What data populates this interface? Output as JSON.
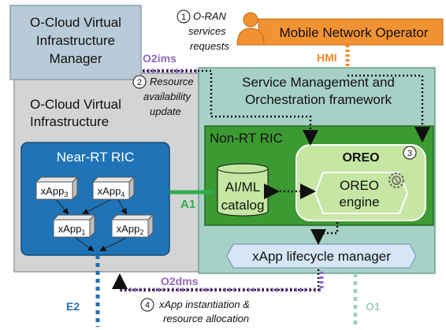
{
  "ocloud_manager": {
    "line1": "O-Cloud Virtual",
    "line2": "Infrastructure",
    "line3": "Manager"
  },
  "ocloud_infra": {
    "line1": "O-Cloud Virtual",
    "line2": "Infrastructure"
  },
  "smo": {
    "line1": "Service Management and",
    "line2": "Orchestration framework"
  },
  "near_rt_ric": {
    "label": "Near-RT RIC"
  },
  "non_rt_ric": {
    "label": "Non-RT RIC"
  },
  "oreo": {
    "title": "OREO",
    "engine_line1": "OREO",
    "engine_line2": "engine"
  },
  "catalog": {
    "line1": "AI/ML",
    "line2": "catalog"
  },
  "xapps": [
    {
      "base": "xApp",
      "sub": "3"
    },
    {
      "base": "xApp",
      "sub": "4"
    },
    {
      "base": "xApp",
      "sub": "1"
    },
    {
      "base": "xApp",
      "sub": "2"
    }
  ],
  "lifecycle": {
    "label": "xApp lifecycle manager"
  },
  "operator": {
    "label": "Mobile Network Operator"
  },
  "interfaces": {
    "o2ims": "O2ims",
    "hmi": "HMI",
    "a1": "A1",
    "o2dms": "O2dms",
    "e2": "E2",
    "o1": "O1"
  },
  "steps": {
    "s1_num": "1",
    "s1_line1": "O-RAN",
    "s1_line2": "services",
    "s1_line3": "requests",
    "s2_num": "2",
    "s2_line1": "Resource",
    "s2_line2": "availability",
    "s2_line3": "update",
    "s3_num": "3",
    "s4_num": "4",
    "s4_line1": "xApp instantiation &",
    "s4_line2": "resource allocation"
  },
  "colors": {
    "manager_fill": "#b9cbd8",
    "infra_fill": "#d4d4d4",
    "smo_fill": "#a7d1c7",
    "near_rt_fill": "#1f74b8",
    "non_rt_fill": "#3c9a32",
    "oreo_fill": "#c6e7a4",
    "operator_fill": "#f39232",
    "o2ims_color": "#9467bd",
    "hmi_color": "#f08a24",
    "a1_color": "#2fae4b",
    "e2_color": "#1f6fb4",
    "o1_color": "#9fcfc5",
    "lifecycle_fill": "#d6e6f6"
  }
}
